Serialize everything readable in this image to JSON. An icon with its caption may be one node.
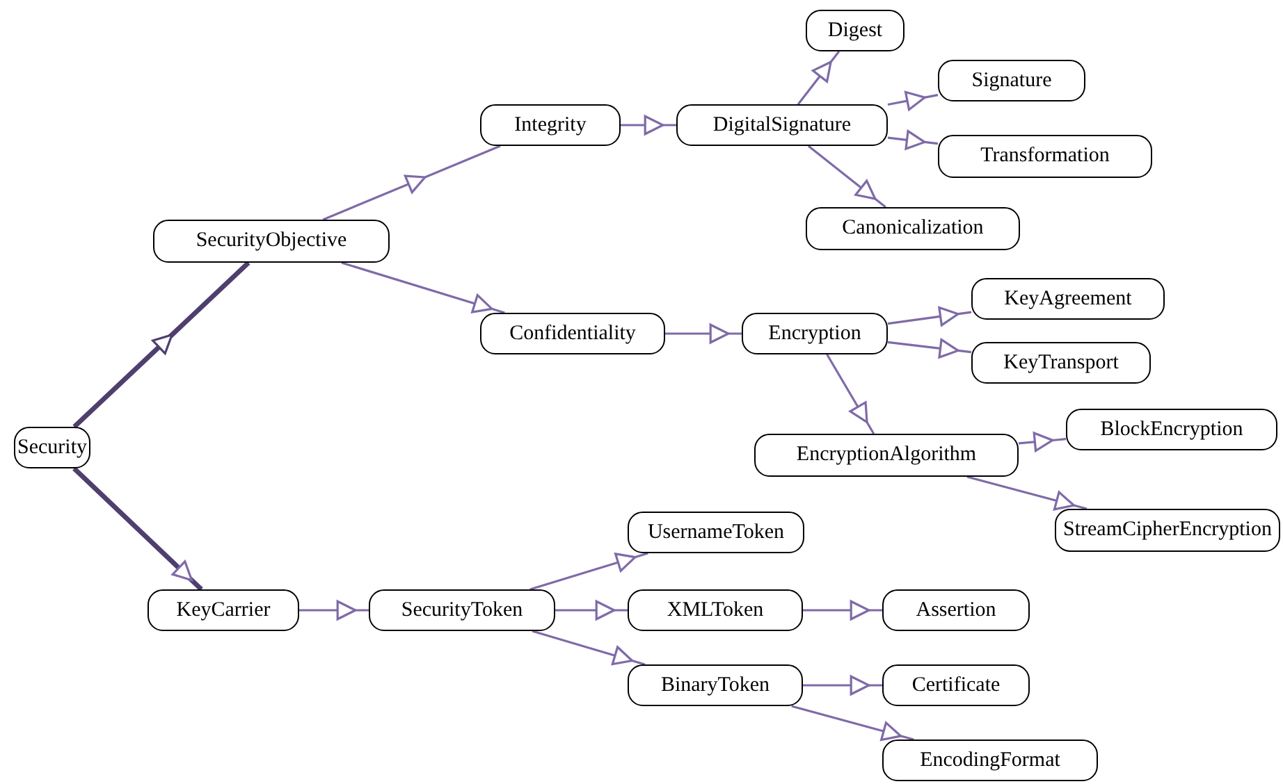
{
  "diagram": {
    "nodes": [
      {
        "text": [
          "Security"
        ]
      },
      {
        "text": [
          "SecurityObjective"
        ]
      },
      {
        "text": [
          "Integrity"
        ]
      },
      {
        "text": [
          "DigitalSignature"
        ]
      },
      {
        "text": [
          "Digest"
        ]
      },
      {
        "text": [
          "Signature"
        ]
      },
      {
        "text": [
          "Transformation"
        ]
      },
      {
        "text": [
          "Canonicalization"
        ]
      },
      {
        "text": [
          "Confidentiality"
        ]
      },
      {
        "text": [
          "Encryption"
        ]
      },
      {
        "text": [
          "KeyAgreement"
        ]
      },
      {
        "text": [
          "KeyTransport"
        ]
      },
      {
        "text": [
          "EncryptionAlgorithm"
        ]
      },
      {
        "text": [
          "BlockEncryption"
        ]
      },
      {
        "text": [
          "StreamCipherEncryption"
        ]
      },
      {
        "text": [
          "KeyCarrier"
        ]
      },
      {
        "text": [
          "SecurityToken"
        ]
      },
      {
        "text": [
          "UsernameToken"
        ]
      },
      {
        "text": [
          "XMLToken"
        ]
      },
      {
        "text": [
          "Assertion"
        ]
      },
      {
        "text": [
          "BinaryToken"
        ]
      },
      {
        "text": [
          "Certificate"
        ]
      },
      {
        "text": [
          "EncodingFormat"
        ]
      }
    ],
    "edges": [
      {
        "from": 0,
        "to": 1,
        "arrow": "to",
        "style": "thick",
        "color": "#4e3f6e"
      },
      {
        "from": 1,
        "to": 2,
        "arrow": "to"
      },
      {
        "from": 2,
        "to": 3,
        "arrow": "to"
      },
      {
        "from": 3,
        "to": 4,
        "arrow": "to"
      },
      {
        "from": 3,
        "to": 5,
        "arrow": "to"
      },
      {
        "from": 3,
        "to": 6,
        "arrow": "to"
      },
      {
        "from": 3,
        "to": 7,
        "arrow": "to"
      },
      {
        "from": 1,
        "to": 8,
        "arrow": "to"
      },
      {
        "from": 8,
        "to": 9,
        "arrow": "to"
      },
      {
        "from": 9,
        "to": 10,
        "arrow": "to"
      },
      {
        "from": 9,
        "to": 11,
        "arrow": "to"
      },
      {
        "from": 9,
        "to": 12,
        "arrow": "to"
      },
      {
        "from": 12,
        "to": 13,
        "arrow": "to"
      },
      {
        "from": 12,
        "to": 14,
        "arrow": "to"
      },
      {
        "from": 0,
        "to": 15,
        "arrow": "to",
        "style": "thick",
        "color": "#4e3f6e"
      },
      {
        "from": 15,
        "to": 16,
        "arrow": "to"
      },
      {
        "from": 16,
        "to": 17,
        "arrow": "to"
      },
      {
        "from": 16,
        "to": 18,
        "arrow": "to"
      },
      {
        "from": 18,
        "to": 19,
        "arrow": "to"
      },
      {
        "from": 16,
        "to": 20,
        "arrow": "to"
      },
      {
        "from": 20,
        "to": 21,
        "arrow": "to"
      },
      {
        "from": 20,
        "to": 22,
        "arrow": "to"
      }
    ]
  }
}
